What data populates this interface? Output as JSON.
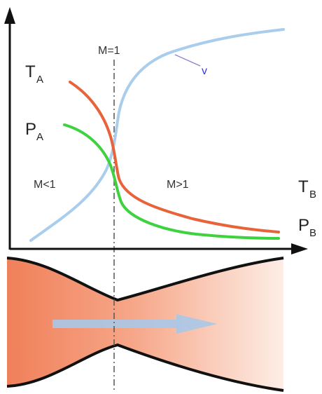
{
  "labels": {
    "ta_main": "T",
    "ta_sub": "A",
    "pa_main": "P",
    "pa_sub": "A",
    "tb_main": "T",
    "tb_sub": "B",
    "pb_main": "P",
    "pb_sub": "B",
    "throat": "M=1",
    "subsonic": "M<1",
    "supersonic": "M>1",
    "velocity": "v"
  },
  "colors": {
    "temperature": "#e8633a",
    "pressure": "#3fd23f",
    "velocity": "#a9cdec",
    "axes": "#111111",
    "nozzle_wall": "#111111",
    "nozzle_fill_inlet": "#f0805a",
    "nozzle_fill_outlet": "#fdeee6",
    "flow_arrow": "#a9c8e8",
    "velocity_leader": "#8a7fd0",
    "throat_line": "#555555"
  }
}
